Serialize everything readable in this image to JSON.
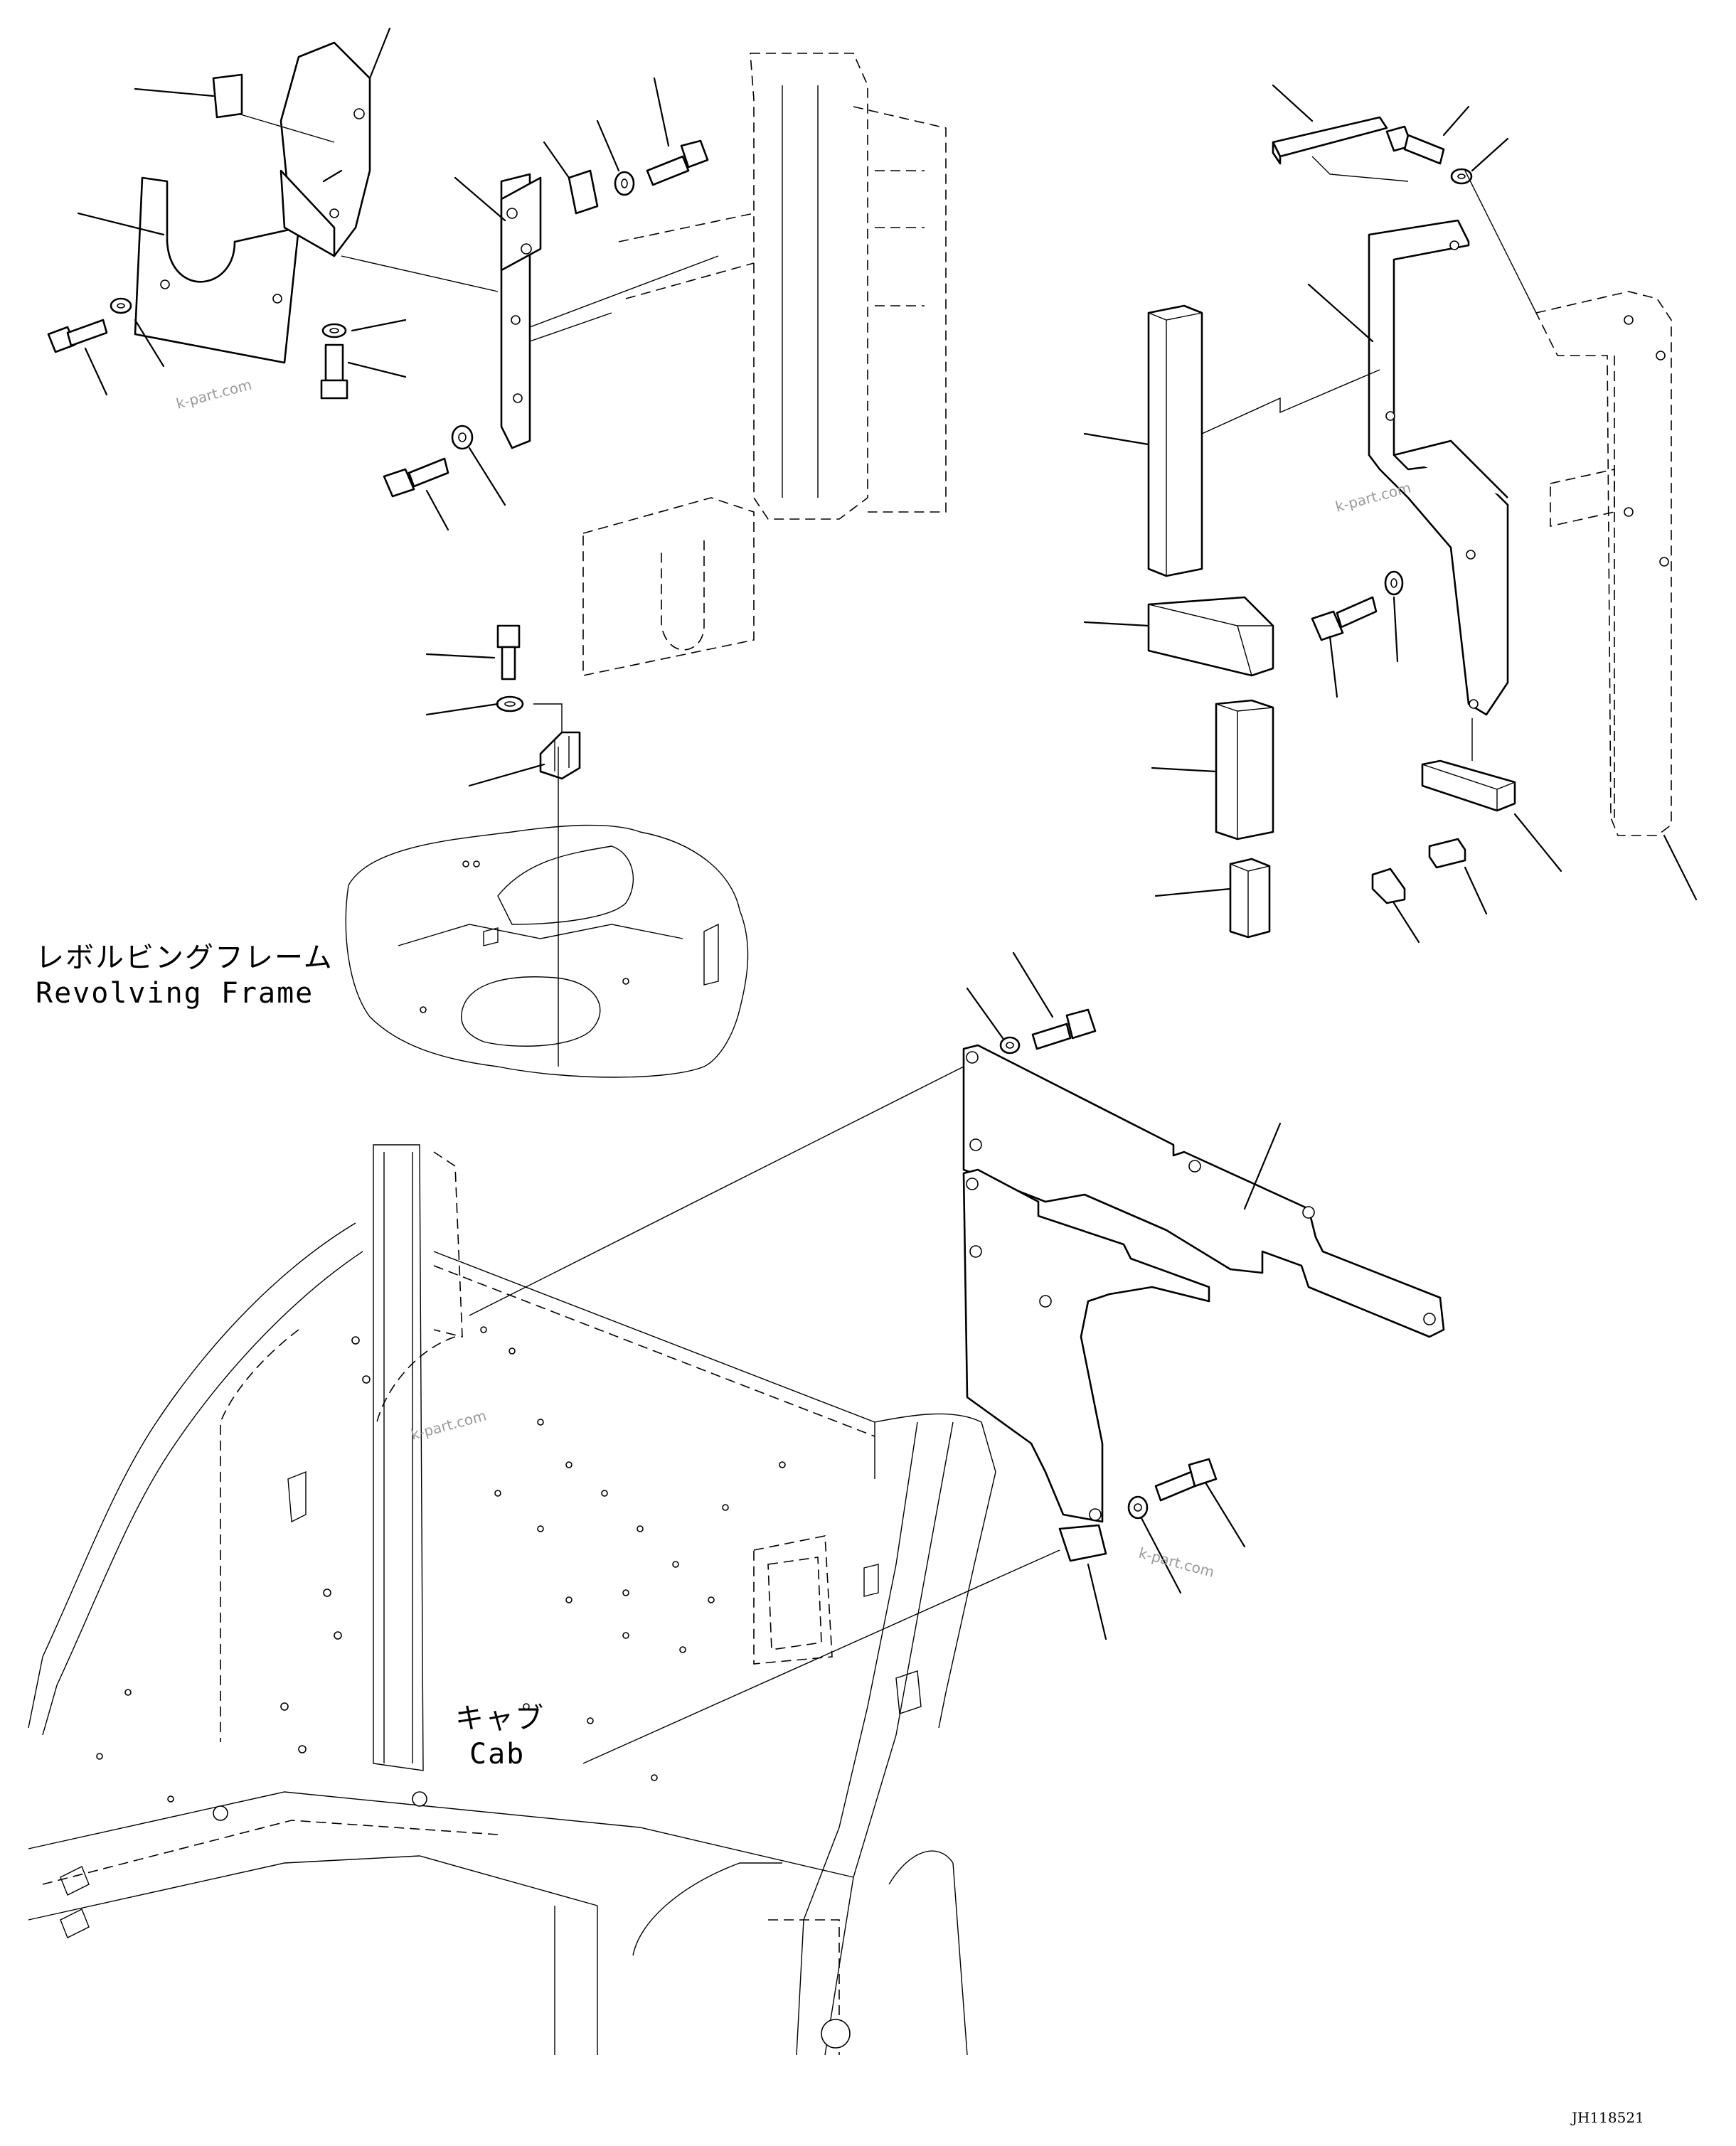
{
  "labels": {
    "revolving_frame_jp": "レボルビングフレーム",
    "revolving_frame_en": "Revolving Frame",
    "cab_jp": "キャブ",
    "cab_en": "Cab"
  },
  "watermark": "k-part.com",
  "drawing_code": "JH118521"
}
